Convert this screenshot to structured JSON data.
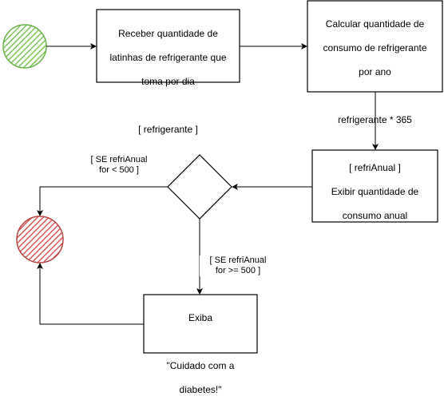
{
  "diagram": {
    "nodes": {
      "receive": {
        "lines": [
          "Receber  quantidade de",
          "latinhas de refrigerante que",
          "toma por dia",
          "",
          "[ refrigerante ]"
        ]
      },
      "calc": {
        "lines": [
          "Calcular quantidade de",
          "consumo de refrigerante",
          "por ano",
          "",
          "refrigerante * 365",
          "",
          "[ refriAnual ]"
        ]
      },
      "show": {
        "lines": [
          "Exibir quantidade de",
          "consumo anual"
        ]
      },
      "warn": {
        "lines": [
          "Exiba",
          "",
          "\"Cuidado com a",
          "diabetes!\""
        ]
      }
    },
    "edges": {
      "lt": {
        "label": "[ SE refriAnual\nfor < 500 ]"
      },
      "gte": {
        "label": "[ SE refriAnual\nfor >= 500 ]"
      }
    },
    "colors": {
      "start_fill": "#7dc55b",
      "start_stroke": "#6ab24a",
      "end_fill": "#d65a5a",
      "end_stroke": "#b84444",
      "line": "#000000"
    }
  }
}
